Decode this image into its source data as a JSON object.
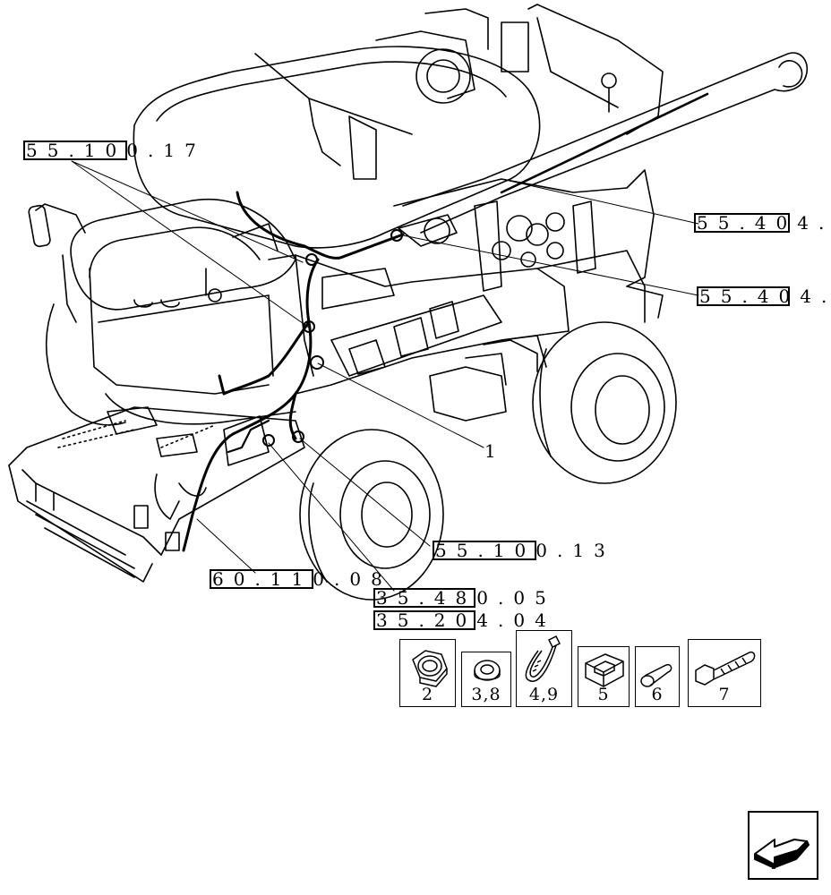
{
  "references": [
    {
      "id": "ref-55-100-17",
      "text": "55.100.17"
    },
    {
      "id": "ref-55-404-a",
      "text": "55.404."
    },
    {
      "id": "ref-55-404-b",
      "text": "55.404."
    },
    {
      "id": "ref-55-100-13",
      "text": "55.100.13"
    },
    {
      "id": "ref-60-110-08",
      "text": "60.110.08"
    },
    {
      "id": "ref-35-480-05",
      "text": "35.480.05"
    },
    {
      "id": "ref-35-204-04",
      "text": "35.204.04"
    }
  ],
  "callout": {
    "item_1": "1"
  },
  "parts": [
    {
      "label": "2",
      "icon": "hex-nut-icon"
    },
    {
      "label": "3,8",
      "icon": "washer-icon"
    },
    {
      "label": "4,9",
      "icon": "cable-tie-icon"
    },
    {
      "label": "5",
      "icon": "clip-icon"
    },
    {
      "label": "6",
      "icon": "pin-icon"
    },
    {
      "label": "7",
      "icon": "bolt-icon"
    }
  ],
  "navigation": {
    "icon": "next-page-arrow-icon"
  }
}
